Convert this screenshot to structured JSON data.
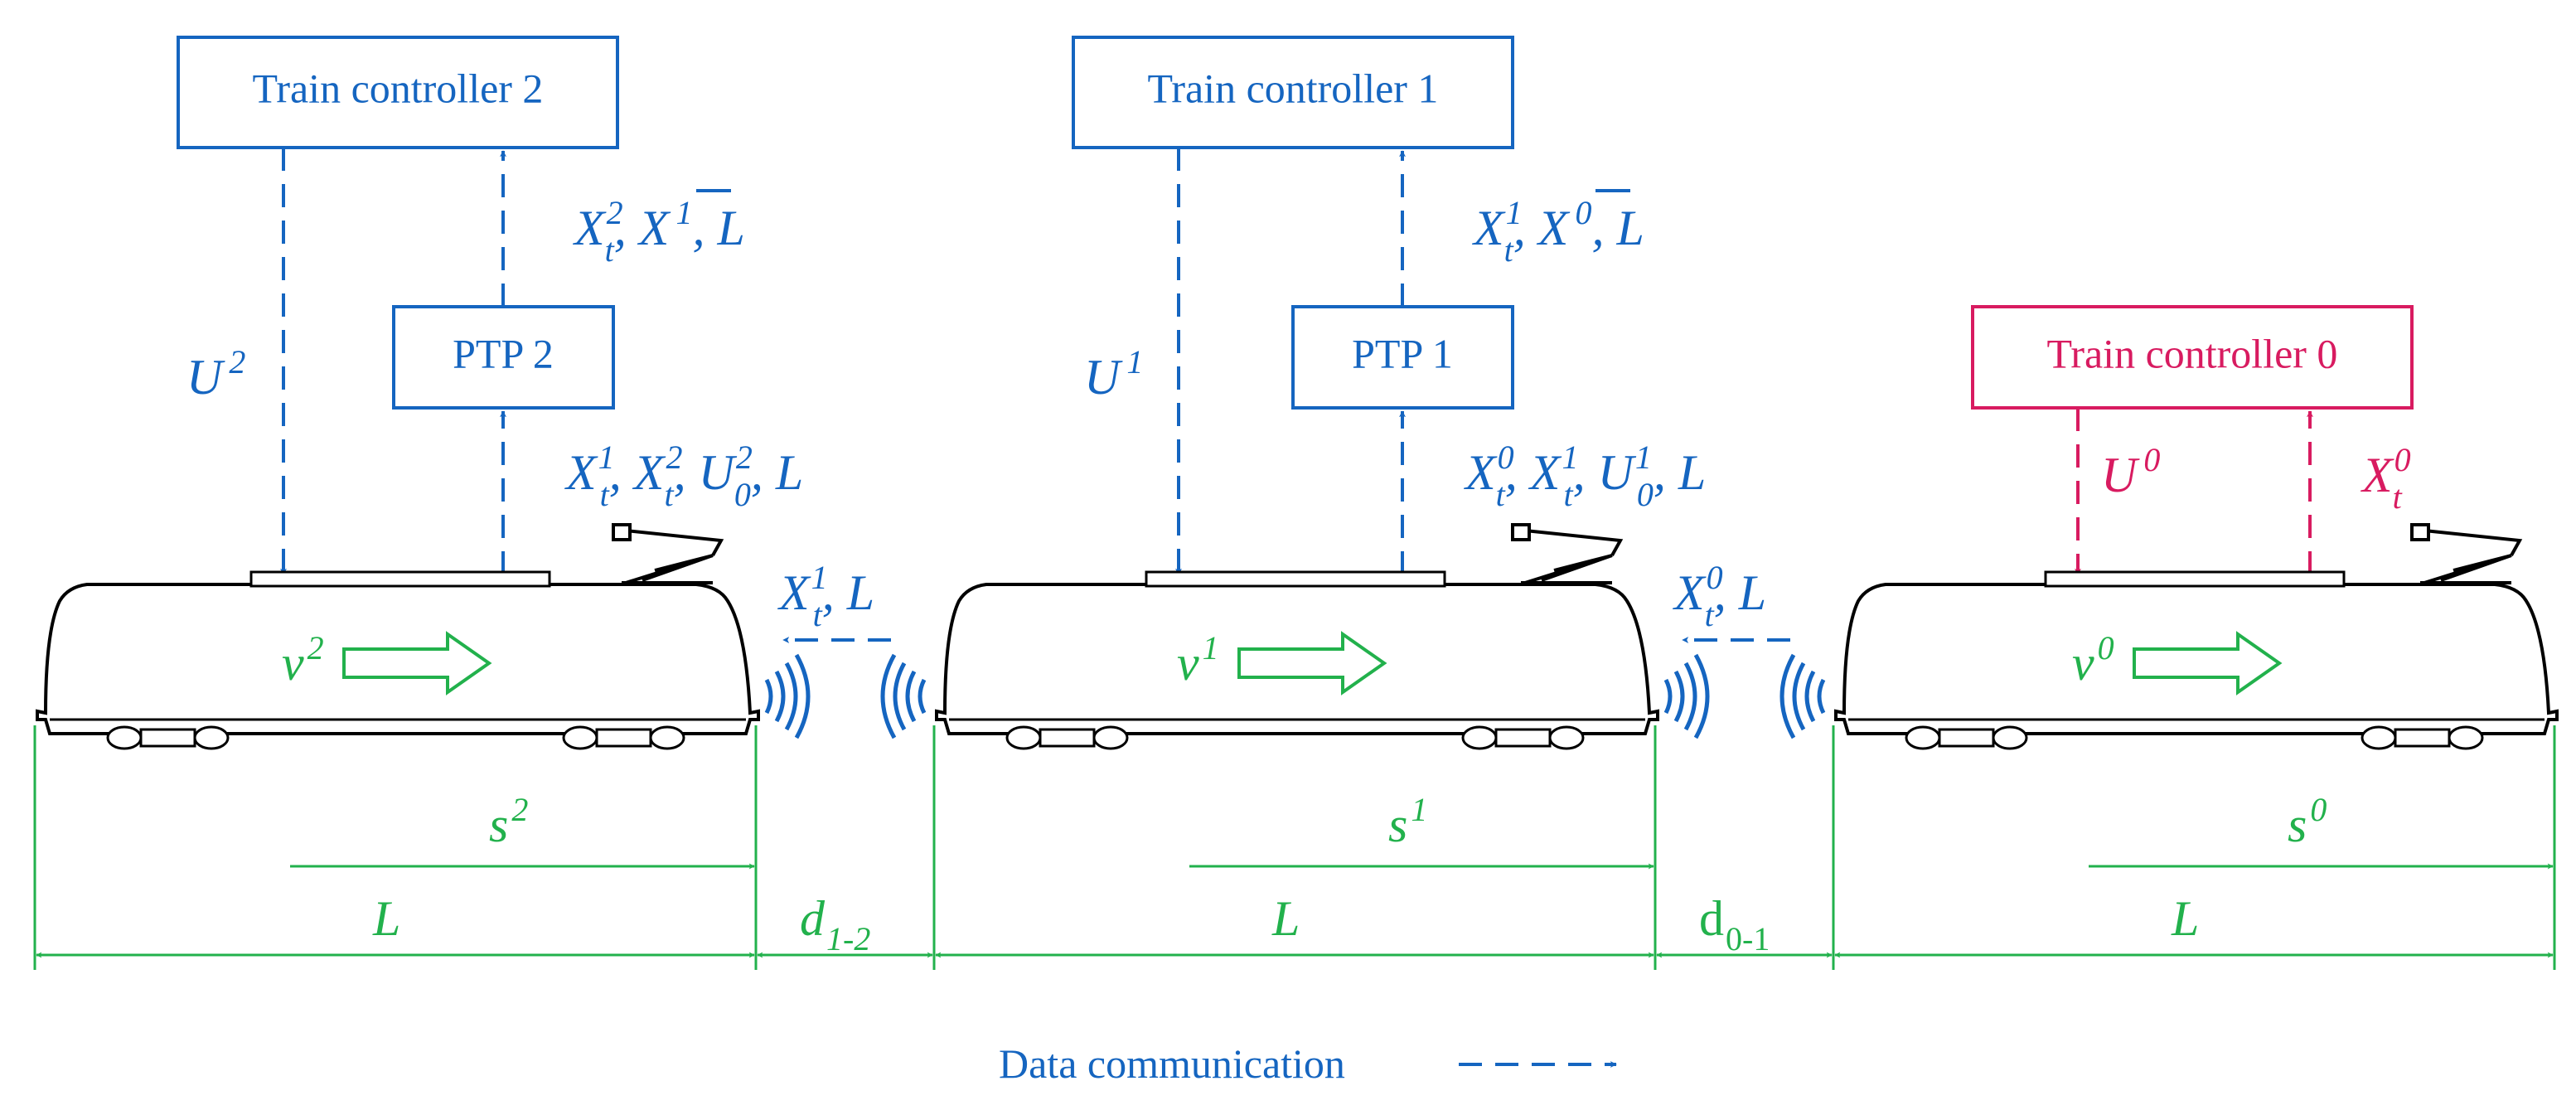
{
  "colors": {
    "blue": "#1565C0",
    "magenta": "#D81B60",
    "green": "#22B14C",
    "black": "#000000"
  },
  "controllers": [
    {
      "label": "Train controller 2"
    },
    {
      "label": "Train controller 1"
    },
    {
      "label": "Train controller 0"
    }
  ],
  "ptps": [
    {
      "label": "PTP 2"
    },
    {
      "label": "PTP 1"
    }
  ],
  "signals": {
    "u2": {
      "base": "U",
      "sup": "2"
    },
    "u1": {
      "base": "U",
      "sup": "1"
    },
    "u0": {
      "base": "U",
      "sup": "0"
    },
    "up2": {
      "x": "X",
      "xsub": "t",
      "xsup": "2",
      "bar": "X",
      "barsup": "1",
      "tail": ", L"
    },
    "up1": {
      "x": "X",
      "xsub": "t",
      "xsup": "1",
      "bar": "X",
      "barsup": "0",
      "tail": ", L"
    },
    "mid2": {
      "a_sup": "1",
      "b_sup": "2",
      "u_sub": "0",
      "u_sup": "2",
      "tail": ", L"
    },
    "mid1": {
      "a_sup": "0",
      "b_sup": "1",
      "u_sub": "0",
      "u_sup": "1",
      "tail": ", L"
    },
    "xt0": {
      "base": "X",
      "sub": "t",
      "sup": "0"
    },
    "v2v_2": {
      "base": "X",
      "sub": "t",
      "sup": "1",
      "tail": ", L"
    },
    "v2v_1": {
      "base": "X",
      "sub": "t",
      "sup": "0",
      "tail": ", L"
    }
  },
  "trains": [
    {
      "v_sup": "2",
      "s_sup": "2"
    },
    {
      "v_sup": "1",
      "s_sup": "1"
    },
    {
      "v_sup": "0",
      "s_sup": "0"
    }
  ],
  "dimensions": {
    "length": "L",
    "gap_left": {
      "base": "d",
      "sub": "1-2"
    },
    "gap_right": {
      "base": "d",
      "sub": "0-1"
    }
  },
  "legend": {
    "label": "Data communication"
  }
}
